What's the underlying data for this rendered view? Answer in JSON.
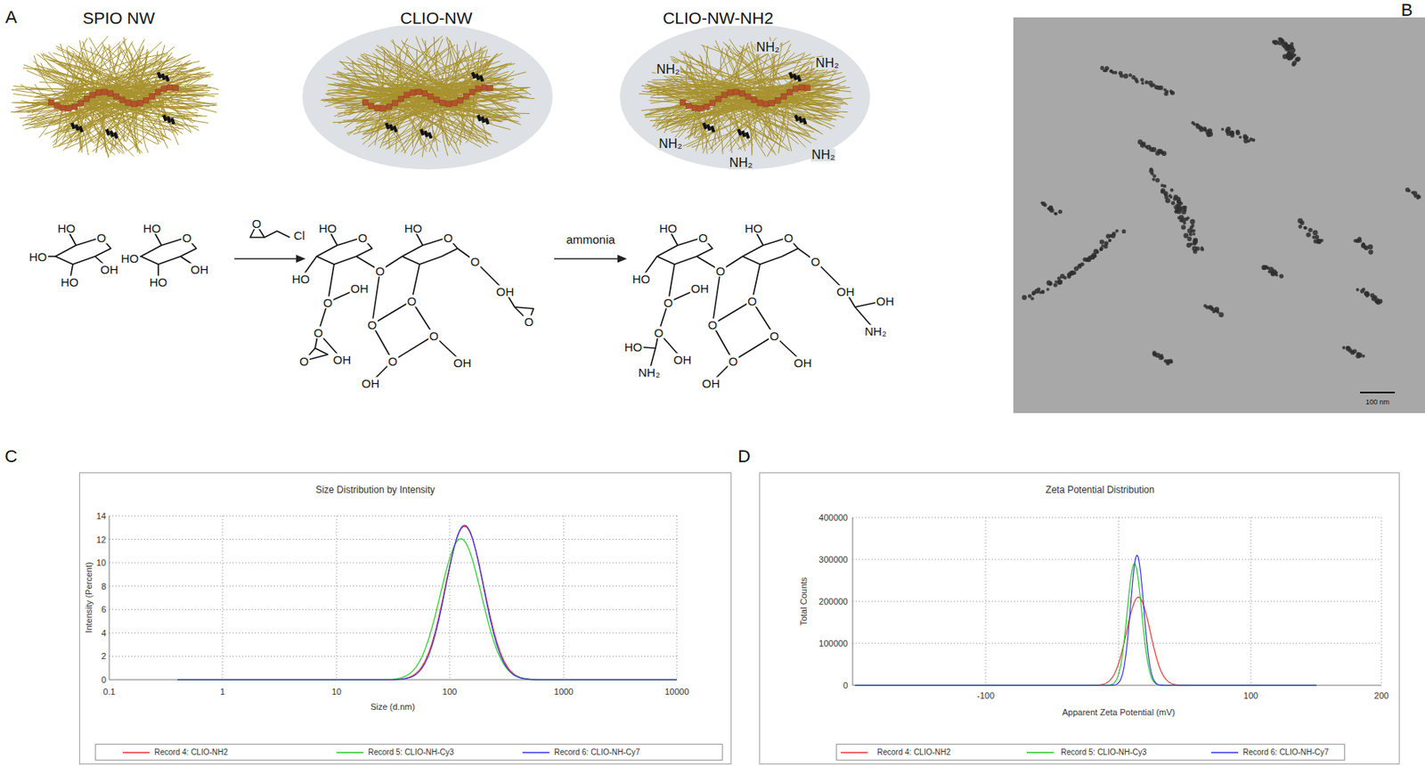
{
  "diagram": {
    "nodes": [
      {
        "text": [
          "Size Distribution by Intensity"
        ]
      },
      {
        "text": [
          "Zeta Potential Distribution"
        ]
      }
    ],
    "labels": [
      "A",
      "SPIO NW",
      "CLIO-NW",
      "CLIO-NW-NH2",
      "NH₂",
      "NH₂",
      "NH₂",
      "NH₂",
      "NH₂",
      "NH₂",
      "HO",
      "O",
      "HO",
      "HO",
      "OH",
      "HO",
      "O",
      "HO",
      "HO",
      "OH",
      "O",
      "Cl",
      "ammonia",
      "HO",
      "O",
      "HO",
      "O",
      "HO",
      "O",
      "O",
      "OH",
      "O",
      "OH",
      "O",
      "O",
      "O",
      "O",
      "OH",
      "O",
      "OH",
      "O",
      "OH",
      "O",
      "HO",
      "O",
      "HO",
      "O",
      "HO",
      "O",
      "O",
      "OH",
      "O",
      "OH",
      "HO",
      "NH₂",
      "O",
      "O",
      "O",
      "OH",
      "O",
      "OH",
      "O",
      "OH",
      "OH",
      "NH₂",
      "B",
      "100 nm",
      "C",
      "0",
      "2",
      "4",
      "6",
      "8",
      "10",
      "12",
      "14",
      "0.1",
      "1",
      "10",
      "100",
      "1000",
      "10000",
      "Intensity (Percent)",
      "Size (d.nm)",
      "D",
      "0",
      "100000",
      "200000",
      "300000",
      "400000",
      "-100",
      "100",
      "200",
      "Total Counts",
      "Apparent Zeta Potential (mV)"
    ],
    "legend": [
      {
        "text": "Record 4: CLIO-NH2"
      },
      {
        "text": "Record 5: CLIO-NH-Cy3"
      },
      {
        "text": "Record 6: CLIO-NH-Cy7"
      },
      {
        "text": "Record 4: CLIO-NH2"
      },
      {
        "text": "Record 5: CLIO-NH-Cy3"
      },
      {
        "text": "Record 6: CLIO-NH-Cy7"
      }
    ]
  }
}
